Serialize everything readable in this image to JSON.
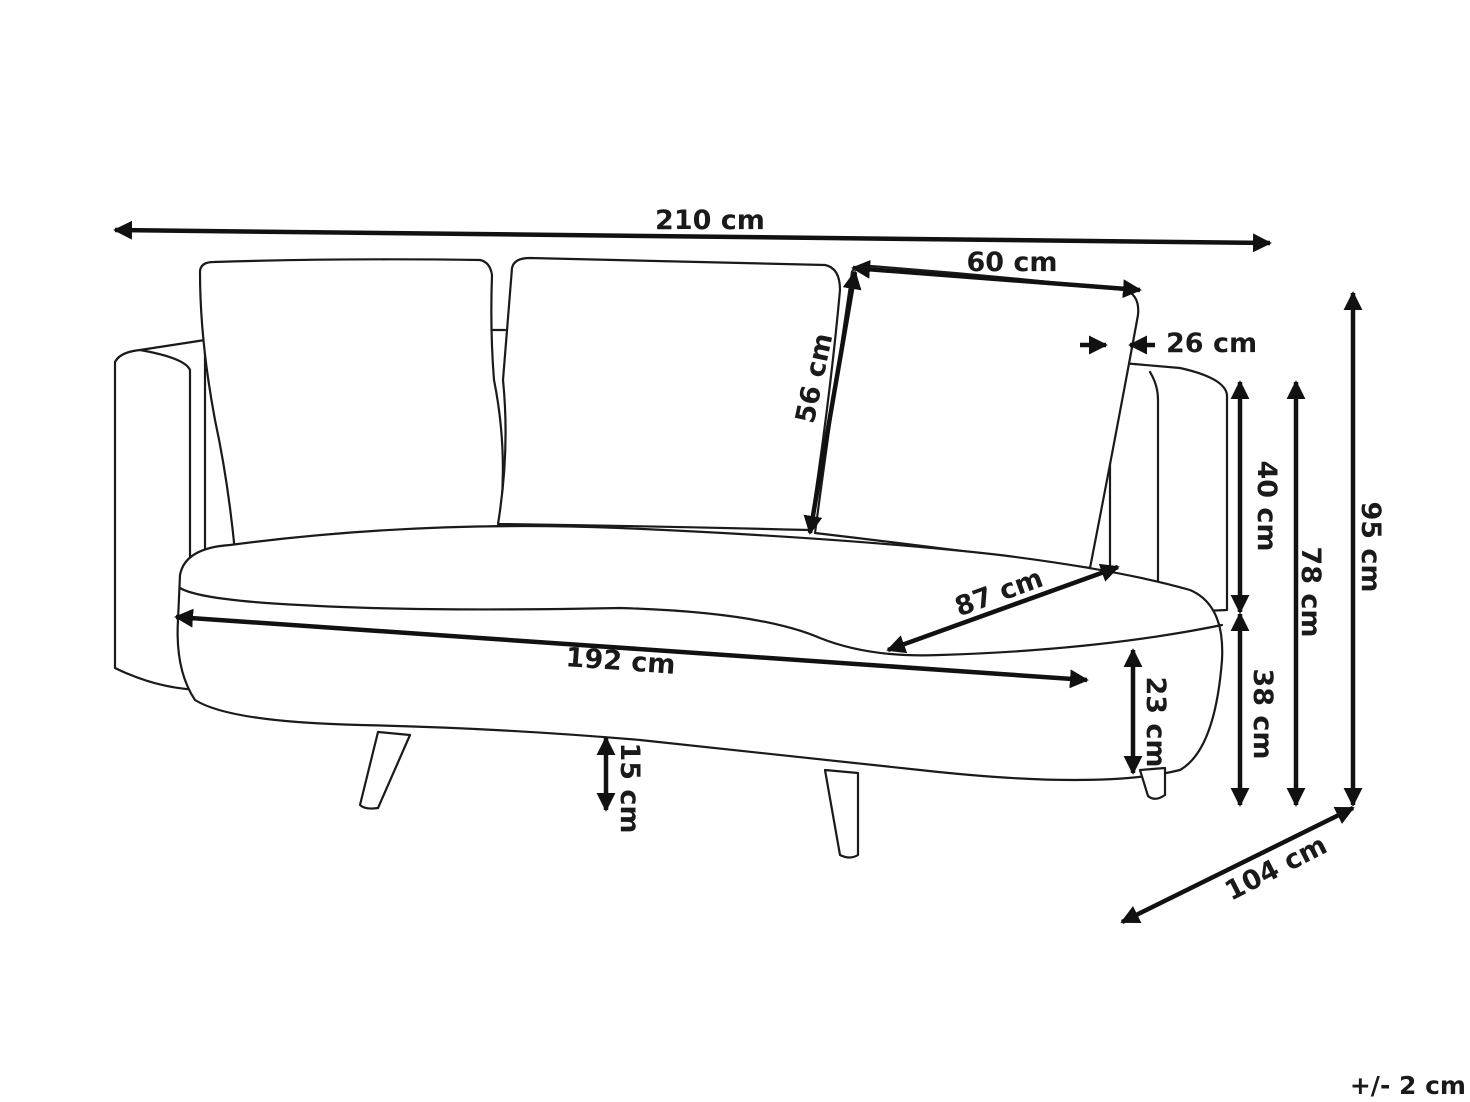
{
  "dimensions": {
    "total_width": "210 cm",
    "cushion_width": "60 cm",
    "cushion_height": "56 cm",
    "cushion_depth": "26 cm",
    "back_height": "40 cm",
    "overall_seat_height": "78 cm",
    "total_height": "95 cm",
    "seat_depth": "87 cm",
    "seat_width": "192 cm",
    "seat_cushion_thickness": "23 cm",
    "seat_to_floor": "38 cm",
    "leg_height": "15 cm",
    "total_depth": "104 cm"
  },
  "tolerance": "+/- 2 cm",
  "colors": {
    "line": "#1a1a1a",
    "background": "#ffffff"
  }
}
